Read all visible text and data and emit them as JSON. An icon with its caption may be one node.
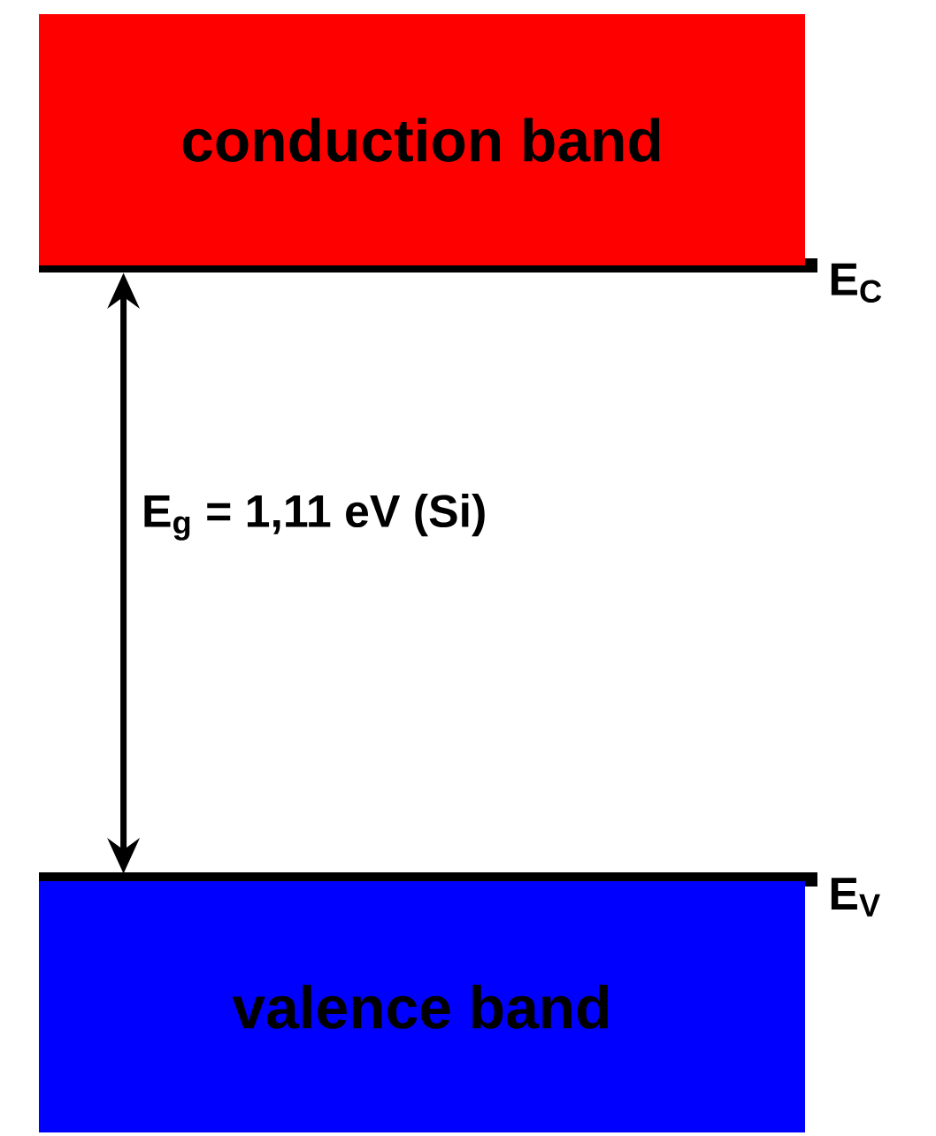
{
  "diagram": {
    "nodes": [
      {
        "text": [
          "conduction band"
        ]
      },
      {
        "text": [
          "valence band"
        ]
      }
    ],
    "edges": [
      {
        "from": 0,
        "to": 1,
        "arrow": "both",
        "label": "E$_{g}$ = 1,11 eV (Si)"
      }
    ],
    "labels": [
      "E$_{C}$",
      "E$_{V}$"
    ]
  }
}
